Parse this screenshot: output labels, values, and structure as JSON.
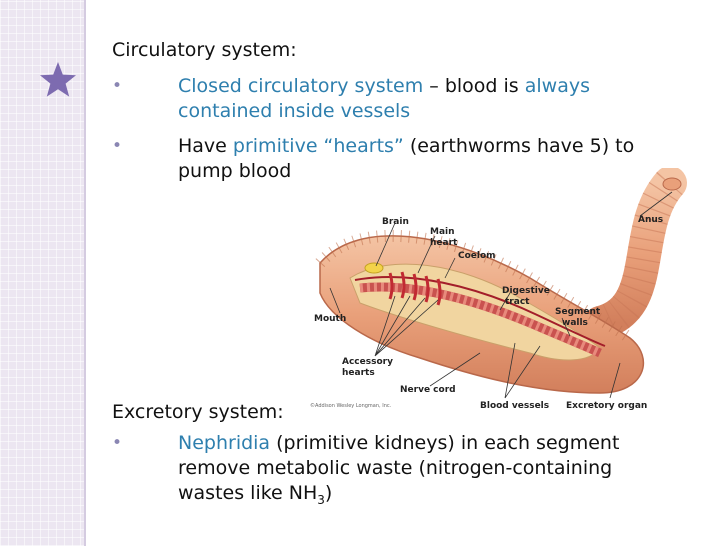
{
  "circulatory": {
    "heading": "Circulatory system:",
    "bullet1": {
      "term": "Closed circulatory system",
      "mid": " – blood is ",
      "emph": "always",
      "line2": "contained inside vessels"
    },
    "bullet2": {
      "lead": "Have ",
      "term": "primitive “hearts”",
      "rest": " (earthworms have 5) to",
      "line2": "pump blood"
    }
  },
  "excretory": {
    "heading": "Excretory system:",
    "bullet1": {
      "term": "Nephridia",
      "rest": " (primitive kidneys) in each segment",
      "line2": "remove metabolic waste (nitrogen-containing",
      "line3_pre": "wastes like NH",
      "line3_sub": "3",
      "line3_post": ")"
    }
  },
  "bullet_char": "•",
  "diagram": {
    "labels": {
      "brain": "Brain",
      "main_heart_1": "Main",
      "main_heart_2": "heart",
      "coelom": "Coelom",
      "anus": "Anus",
      "mouth": "Mouth",
      "digestive_1": "Digestive",
      "digestive_2": "tract",
      "segment_1": "Segment",
      "segment_2": "walls",
      "accessory_1": "Accessory",
      "accessory_2": "hearts",
      "nerve_cord": "Nerve cord",
      "blood_vessels": "Blood vessels",
      "excretory_organ": "Excretory organ",
      "credit": "©Addison Wesley Longman, Inc."
    }
  },
  "colors": {
    "accent_text": "#2e7fae",
    "band": "#ece6f1",
    "star": "#7d6bb0",
    "bullet": "#8a86b3"
  },
  "icons": {
    "decor": "star-icon"
  }
}
